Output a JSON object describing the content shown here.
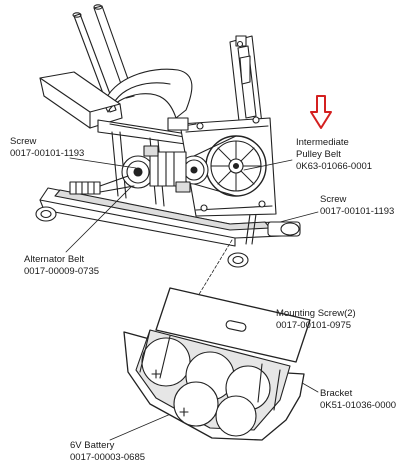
{
  "callouts": {
    "screw_left": {
      "name": "Screw",
      "part": "0017-00101-1193"
    },
    "pulley_belt": {
      "name_line1": "Intermediate",
      "name_line2": "Pulley Belt",
      "part": "0K63-01066-0001"
    },
    "screw_right": {
      "name": "Screw",
      "part": "0017-00101-1193"
    },
    "alternator_belt": {
      "name": "Alternator Belt",
      "part": "0017-00009-0735"
    },
    "mounting_screw": {
      "name": "Mounting Screw(2)",
      "part": "0017-00101-0975"
    },
    "bracket": {
      "name": "Bracket",
      "part": "0K51-01036-0000"
    },
    "battery": {
      "name": "6V Battery",
      "part": "0017-00003-0685"
    }
  },
  "colors": {
    "line": "#222222",
    "arrow": "#d42020",
    "fill": "#ffffff",
    "shade": "#cfcfcf"
  },
  "icons": {
    "pointer": "red-down-arrow-icon"
  }
}
